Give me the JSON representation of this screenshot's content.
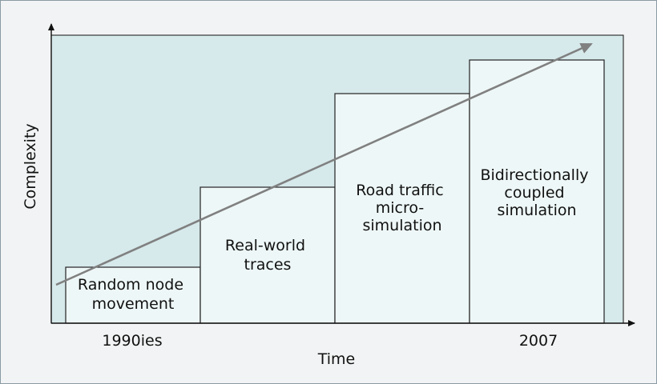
{
  "colors": {
    "frame_bg": "#f2f3f4",
    "plot_bg": "#d6e9eb",
    "box_fill": "#eef7f7",
    "box_stroke": "#222222",
    "arrow": "#808080",
    "axis": "#111111"
  },
  "axes": {
    "y_label": "Complexity",
    "x_label": "Time",
    "x_start_label": "1990ies",
    "x_end_label": "2007"
  },
  "stages": [
    {
      "name": "random-node-movement",
      "lines": [
        "Random node",
        "movement"
      ],
      "level": 1
    },
    {
      "name": "real-world-traces",
      "lines": [
        "Real-world",
        "traces"
      ],
      "level": 2
    },
    {
      "name": "road-traffic-micro-simulation",
      "lines": [
        "Road traffic",
        "micro-",
        "simulation"
      ],
      "level": 3
    },
    {
      "name": "bidirectionally-coupled-simulation",
      "lines": [
        "Bidirectionally",
        "coupled",
        "simulation"
      ],
      "level": 4
    }
  ],
  "trend": {
    "direction": "increasing"
  }
}
